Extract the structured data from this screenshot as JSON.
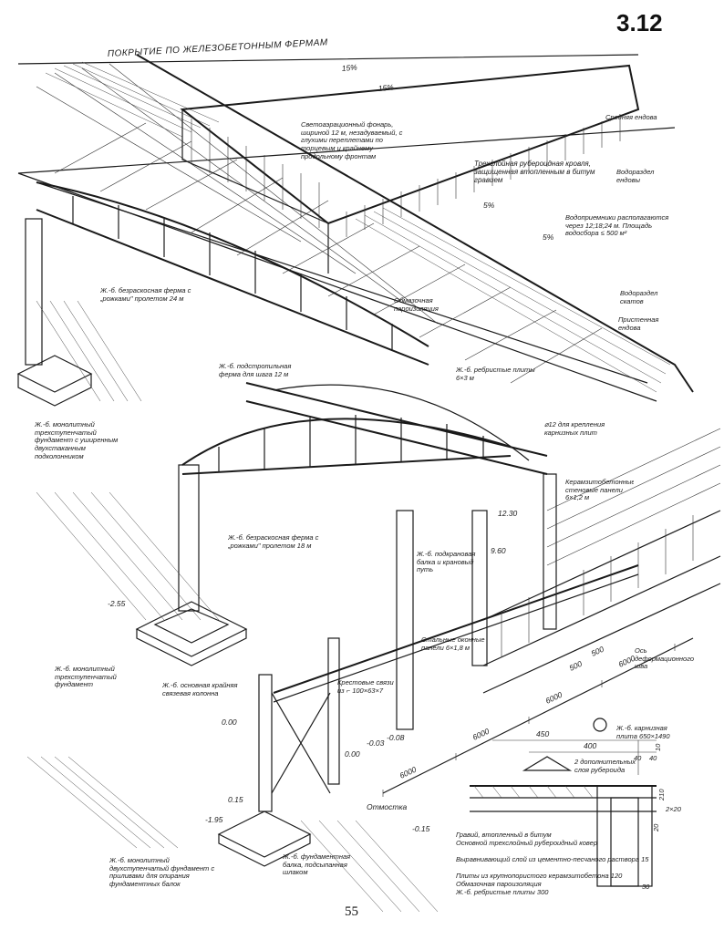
{
  "sheet_number": "3.12",
  "page_number": "55",
  "title": "ПОКРЫТИЕ ПО ЖЕЛЕЗОБЕТОННЫМ ФЕРМАМ",
  "slopes": [
    "15%",
    "15%",
    "5%",
    "5%"
  ],
  "labels": {
    "skylight": "Светоаэрационный фонарь, шириной 12 м, незадуваемый, с глухими переплетами по торцевым и крайнему продольному фронтам",
    "middle_valley": "Средняя ендова",
    "roofing": "Трехслойная рубероидная кровля, защищенная втопленным в битум гравием",
    "valley_watershed": "Водораздел ендовы",
    "drains": "Водоприемники располагаются через 12;18;24 м. Площадь водосбора ≤ 500 м²",
    "truss_24": "Ж.-б. безраскосная ферма с „рожками\" пролетом 24 м",
    "vapor_barrier": "Обмазочная пароизоляция",
    "slope_watershed": "Водораздел скатов",
    "wall_valley": "Пристенная ендова",
    "sub_truss": "Ж.-б. подстропильная ферма для шага 12 м",
    "ribbed_slabs": "Ж.-б. ребристые плиты 6×3 м",
    "foundation_glass": "Ж.-б. монолитный трехступенчатый фундамент с уширенным двухстаканным подколонником",
    "anchor": "⌀12 для крепления карнизных плит",
    "ceramsite_panels": "Керамзитобетонные стеновые панели 6×1,2 м",
    "truss_18": "Ж.-б. безраскосная ферма с „рожками\" пролетом 18 м",
    "crane_beam": "Ж.-б. подкрановая балка и крановый путь",
    "foundation_3step": "Ж.-б. монолитный трехступенчатый фундамент",
    "steel_panels": "Стальные оконные панели 6×1,8 м",
    "expansion_joint": "Ось деформационного шва",
    "edge_column": "Ж.-б. основная крайняя связевая колонна",
    "cross_bracing": "Крестовые связи из ⌐ 100×63×7",
    "eave_slab": "Ж.-б. карнизная плита 650×1490",
    "extra_layers": "2 дополнительных слоя рубероида",
    "blind_area": "Отмостка",
    "foundation_2step": "Ж.-б. монолитный двухступенчатый фундамент с приливами для опирания фундаментных балок",
    "foundation_beam": "Ж.-б. фундаментная балка, подсыпанная шлаком",
    "layers": [
      "Гравий, втопленный в битум",
      "Основной трехслойный рубероидный ковер",
      "Выравнивающий слой из цементно-песчаного раствора 15",
      "Плиты из крупнопористого керамзитобетона 120",
      "Обмазочная пароизоляция",
      "Ж.-б. ребристые плиты 300"
    ]
  },
  "elevations": [
    "12.30",
    "9.60",
    "-2.55",
    "0.00",
    "0.00",
    "-0.03",
    "-0.08",
    "-0.15",
    "0.15",
    "-1.95"
  ],
  "dimensions": [
    "6000",
    "6000",
    "6000",
    "6000",
    "500",
    "500",
    "450",
    "400",
    "40",
    "40",
    "10",
    "210",
    "2×20",
    "20",
    "30"
  ]
}
